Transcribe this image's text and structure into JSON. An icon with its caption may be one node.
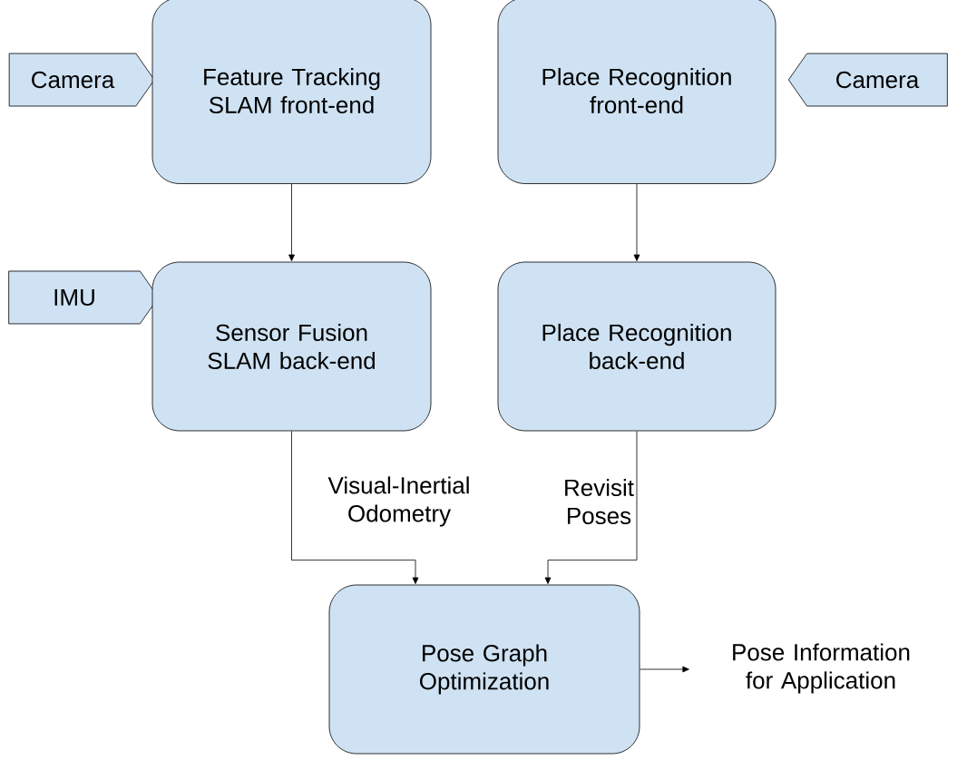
{
  "diagram": {
    "nodes": [
      {
        "text": [
          "Camera"
        ]
      },
      {
        "text": [
          "Feature Tracking SLAM front-end"
        ]
      },
      {
        "text": [
          "Place Recognition front-end"
        ]
      },
      {
        "text": [
          "Camera"
        ]
      },
      {
        "text": [
          "IMU"
        ]
      },
      {
        "text": [
          "Sensor Fusion SLAM back-end"
        ]
      },
      {
        "text": [
          "Place Recognition back-end"
        ]
      },
      {
        "text": [
          "Pose Graph Optimization"
        ]
      }
    ],
    "edges": [
      {
        "from": 1,
        "to": 5,
        "arrow": "to"
      },
      {
        "from": 2,
        "to": 6,
        "arrow": "to"
      },
      {
        "from": 5,
        "to": 7,
        "arrow": "to",
        "label": "Visual-Inertial Odometry"
      },
      {
        "from": 6,
        "to": 7,
        "arrow": "to",
        "label": "Revisit Poses"
      },
      {
        "from": 7,
        "to": null,
        "arrow": "to",
        "label": "Pose Information for Application"
      }
    ]
  }
}
